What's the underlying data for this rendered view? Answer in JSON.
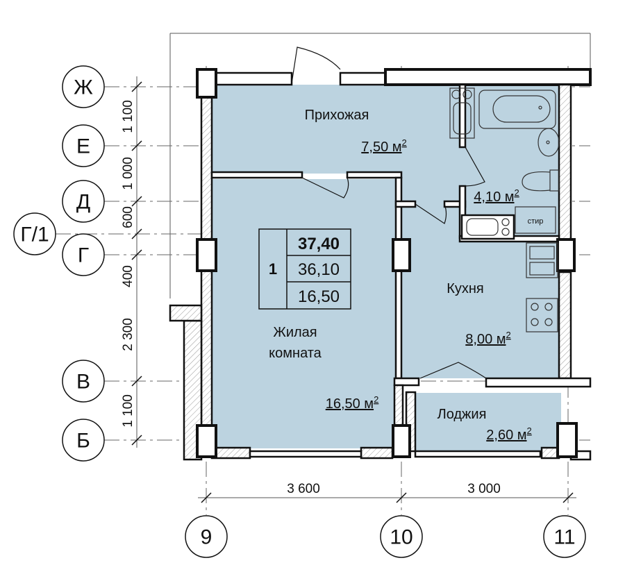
{
  "axes": {
    "rows": [
      "Ж",
      "Е",
      "Д",
      "Г/1",
      "Г",
      "В",
      "Б"
    ],
    "columns": [
      "9",
      "10",
      "11"
    ]
  },
  "dimensions": {
    "vertical": [
      "1 100",
      "1 000",
      "600",
      "400",
      "2 300",
      "1 100"
    ],
    "horizontal": [
      "3 600",
      "3 000"
    ]
  },
  "rooms": {
    "hallway": {
      "name": "Прихожая",
      "area": "7,50 м",
      "sup": "2"
    },
    "bathroom": {
      "area": "4,10 м",
      "sup": "2",
      "washer_label": "стир"
    },
    "living": {
      "name_line1": "Жилая",
      "name_line2": "комната",
      "area": "16,50 м",
      "sup": "2"
    },
    "kitchen": {
      "name": "Кухня",
      "area": "8,00 м",
      "sup": "2"
    },
    "loggia": {
      "name": "Лоджия",
      "area": "2,60 м",
      "sup": "2"
    }
  },
  "summary": {
    "rooms_count": "1",
    "total_area": "37,40",
    "living_total": "36,10",
    "living_area": "16,50"
  }
}
